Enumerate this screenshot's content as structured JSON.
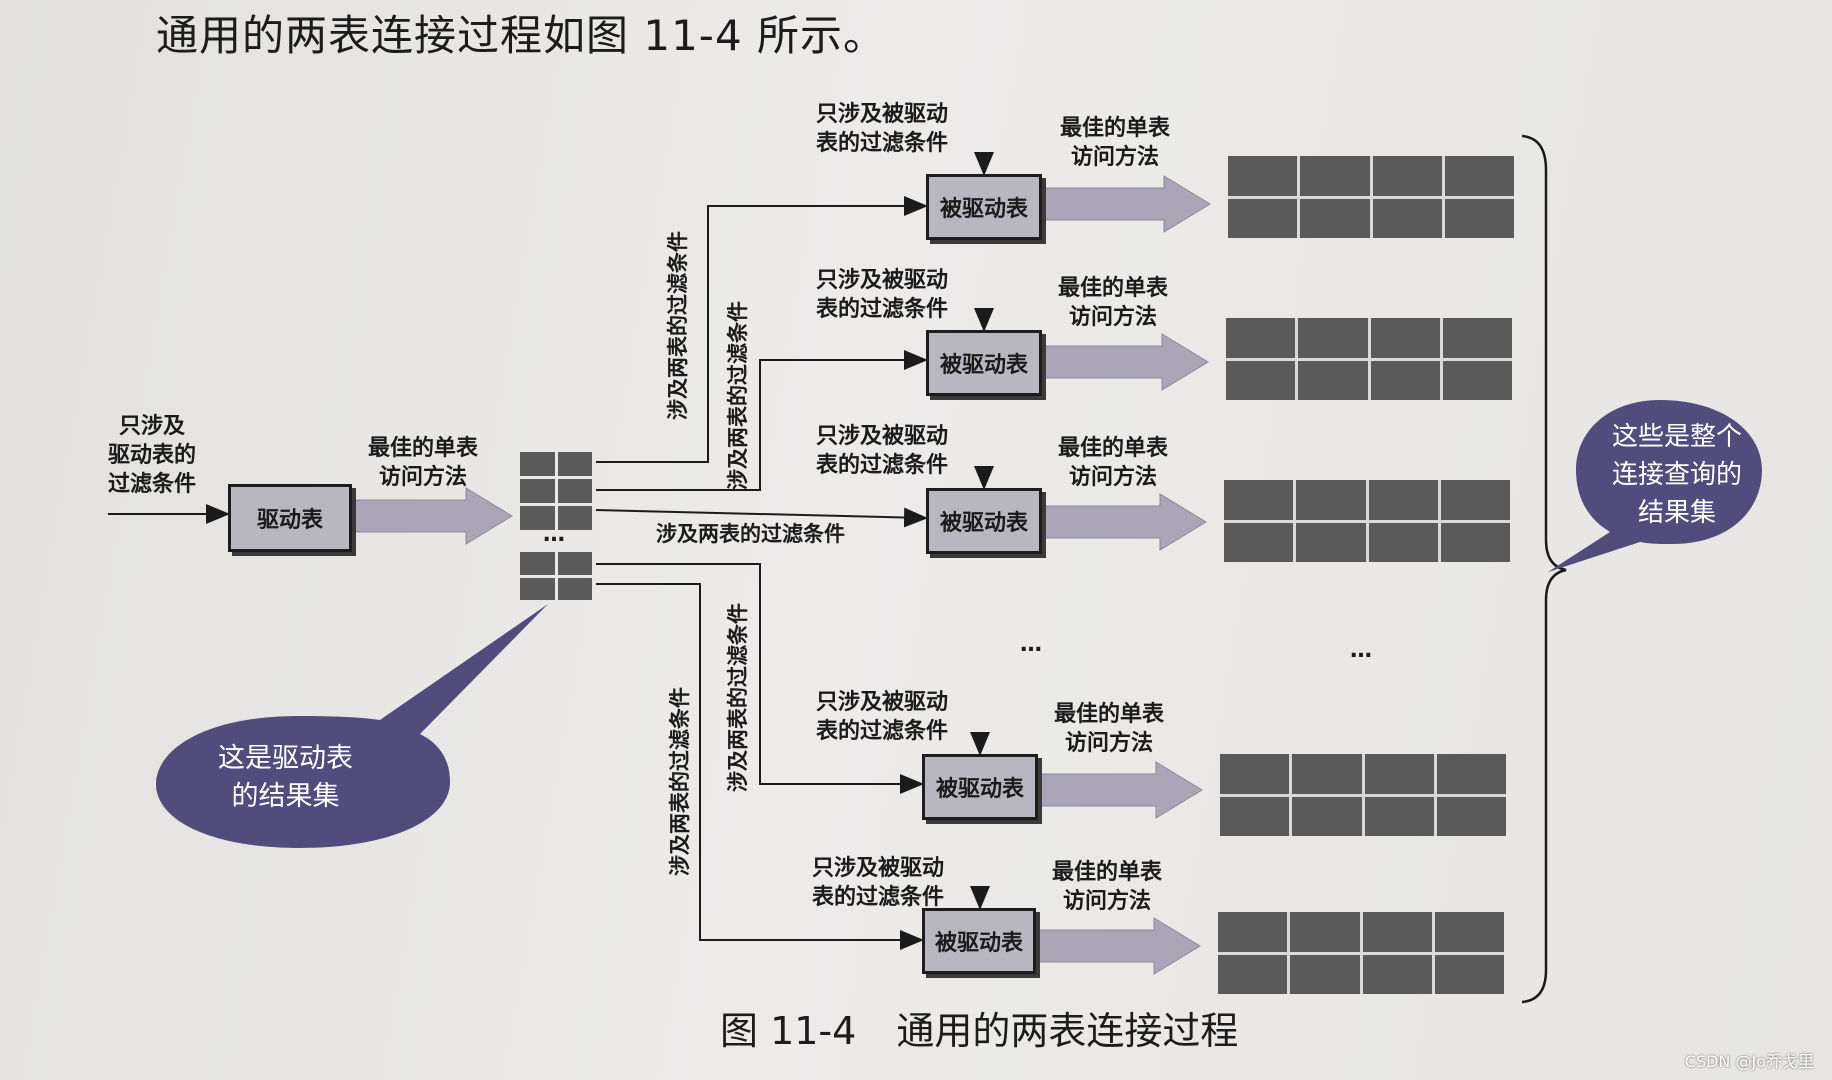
{
  "intro_text": "通用的两表连接过程如图 11-4 所示。",
  "figure": {
    "number": "图 11-4",
    "title": "通用的两表连接过程"
  },
  "driver": {
    "filter_label": "只涉及\n驱动表的\n过滤条件",
    "table_label": "驱动表",
    "access_label": "最佳的单表\n访问方法"
  },
  "joined_tables": [
    {
      "filter_label": "只涉及被驱动\n表的过滤条件",
      "table_label": "被驱动表",
      "access_label": "最佳的单表\n访问方法"
    },
    {
      "filter_label": "只涉及被驱动\n表的过滤条件",
      "table_label": "被驱动表",
      "access_label": "最佳的单表\n访问方法"
    },
    {
      "filter_label": "只涉及被驱动\n表的过滤条件",
      "table_label": "被驱动表",
      "access_label": "最佳的单表\n访问方法"
    },
    {
      "filter_label": "只涉及被驱动\n表的过滤条件",
      "table_label": "被驱动表",
      "access_label": "最佳的单表\n访问方法"
    },
    {
      "filter_label": "只涉及被驱动\n表的过滤条件",
      "table_label": "被驱动表",
      "access_label": "最佳的单表\n访问方法"
    }
  ],
  "join_condition_label": "涉及两表的过滤条件",
  "ellipsis": "…",
  "callouts": {
    "driver_result": "这是驱动表\n的结果集",
    "final_result": "这些是整个\n连接查询的\n结果集"
  },
  "colors": {
    "box_fill": "#b8b6bf",
    "arrow_fill": "#aaa6b8",
    "bubble_fill": "#514c7c",
    "grid_cell": "#5a5a5a"
  },
  "watermark": "CSDN @Jo乔戈里"
}
